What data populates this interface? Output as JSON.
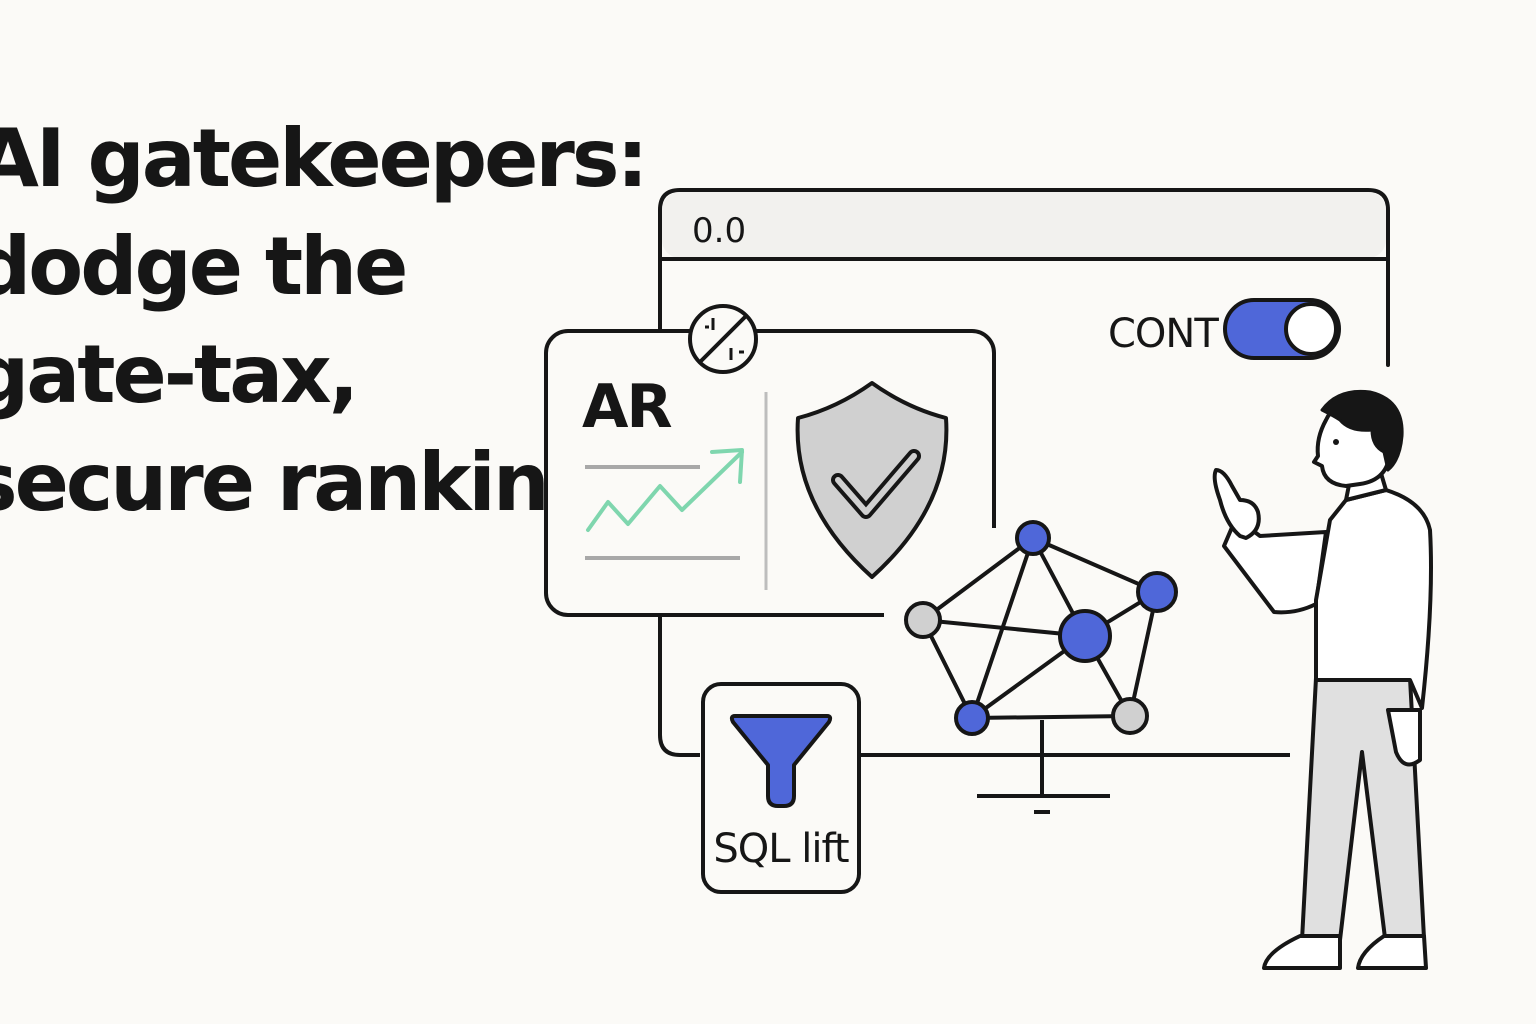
{
  "headline": {
    "line1": "AI gatekeepers:",
    "line2": "dodge the",
    "line3": "gate-tax,",
    "line4": "secure rankings"
  },
  "browser": {
    "address": "0.0",
    "toggle_label": "CONT",
    "toggle_on": true
  },
  "card": {
    "label": "AR"
  },
  "funnel_card": {
    "label": "SQL lift"
  },
  "colors": {
    "accent_blue": "#4f67d9",
    "trend_green": "#7fd6ae",
    "shield_gray": "#d0d0d0",
    "ink": "#161616"
  }
}
